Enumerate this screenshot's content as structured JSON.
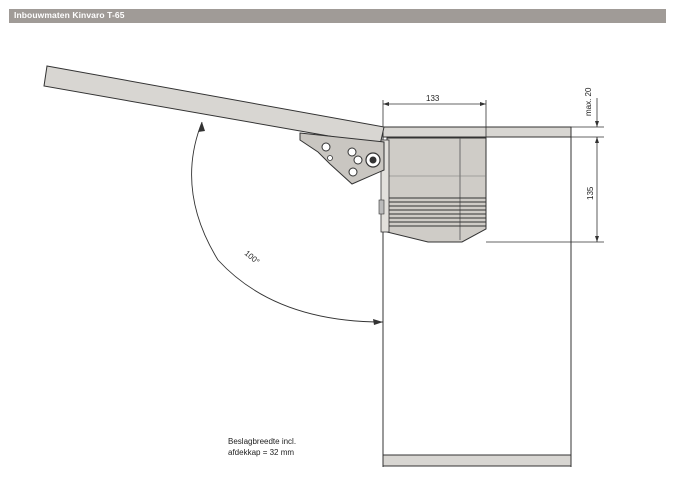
{
  "header": {
    "title": "Inbouwmaten Kinvaro T-65"
  },
  "dimensions": {
    "width_top": "133",
    "height_right": "135",
    "max_offset": "max. 20",
    "angle": "100°"
  },
  "note": {
    "line1": "Beslagbreedte incl.",
    "line2": "afdekkap = 32 mm"
  },
  "colors": {
    "header_bg": "#a09b97",
    "panel_fill": "#d8d6d2",
    "line": "#333333",
    "mechanism_fill": "#c9c6c1"
  }
}
